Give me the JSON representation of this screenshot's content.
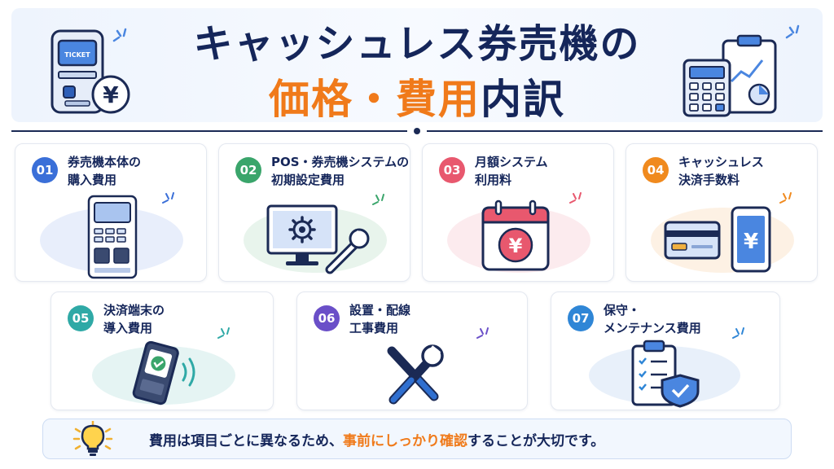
{
  "title": {
    "line1": "キャッシュレス券売機の",
    "line2_highlight": "価格・費用",
    "line2_rest": "内訳"
  },
  "header_icons": {
    "left": "ticket-machine-icon",
    "ticket_label": "TICKET",
    "yen_symbol": "¥",
    "right": "calculator-clipboard-icon"
  },
  "items": [
    {
      "num": "01",
      "title": "券売機本体の\n購入費用",
      "icon": "ticket-machine-icon",
      "color": "#3a6fd8",
      "blob": "#e8eefb"
    },
    {
      "num": "02",
      "title": "POS・券売機システムの\n初期設定費用",
      "icon": "monitor-gear-wrench-icon",
      "color": "#3aa56b",
      "blob": "#e8f4ec"
    },
    {
      "num": "03",
      "title": "月額システム\n利用料",
      "icon": "calendar-yen-icon",
      "color": "#e8586e",
      "blob": "#fcebee",
      "yen": "¥"
    },
    {
      "num": "04",
      "title": "キャッシュレス\n決済手数料",
      "icon": "card-phone-yen-icon",
      "color": "#f08a1e",
      "blob": "#fdf1e4",
      "yen": "¥"
    },
    {
      "num": "05",
      "title": "決済端末の\n導入費用",
      "icon": "payment-terminal-icon",
      "color": "#2fa9a6",
      "blob": "#e5f4f3"
    },
    {
      "num": "06",
      "title": "設置・配線\n工事費用",
      "icon": "tools-icon",
      "color": "#6a4fc8",
      "blob": "#eeebf8"
    },
    {
      "num": "07",
      "title": "保守・\nメンテナンス費用",
      "icon": "clipboard-shield-icon",
      "color": "#2f86d6",
      "blob": "#e8f0fa"
    }
  ],
  "note": {
    "icon": "lightbulb-icon",
    "text_before": "費用は項目ごとに異なるため、",
    "text_highlight": "事前にしっかり確認",
    "text_after": "することが大切です。"
  },
  "colors": {
    "navy": "#15265a",
    "accent_orange": "#f07a1a"
  }
}
